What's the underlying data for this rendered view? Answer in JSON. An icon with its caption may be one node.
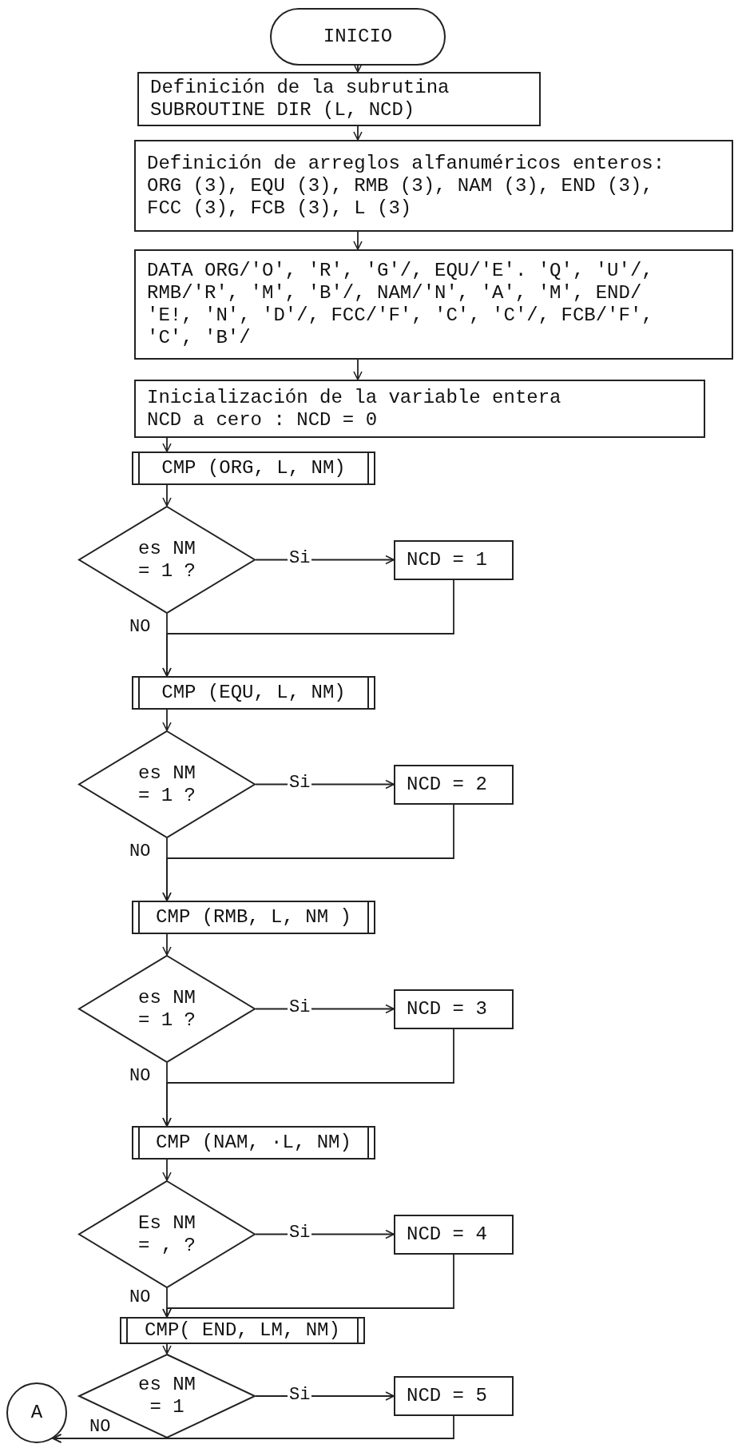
{
  "diagram": {
    "nodes": [
      {
        "text": [
          "INICIO"
        ]
      },
      {
        "text": [
          "Definición de la subrutina SUBROUTINE DIR (L, NCD)"
        ]
      },
      {
        "text": [
          "Definición de arreglos alfanuméricos enteros: ORG (3), EQU (3), RMB (3), NAM (3), END (3), FCC (3), FCB (3), L (3)"
        ]
      },
      {
        "text": [
          "DATA ORG/'O', 'R', 'G'/, EQU/'E'. 'Q', 'U'/, RMB/'R', 'M', 'B'/, NAM/'N', 'A', 'M', END/ 'E!, 'N', 'D'/, FCC/'F', 'C', 'C'/, FCB/'F', 'C', 'B'/"
        ]
      },
      {
        "text": [
          "Inicialización de la variable entera NCD a cero : NCD = 0"
        ]
      },
      {
        "text": [
          "CMP (ORG, L, NM)"
        ]
      },
      {
        "text": [
          "es NM = 1 ?"
        ]
      },
      {
        "text": [
          "NCD = 1"
        ]
      },
      {
        "text": [
          "CMP (EQU, L, NM)"
        ]
      },
      {
        "text": [
          "es NM = 1 ?"
        ]
      },
      {
        "text": [
          "NCD = 2"
        ]
      },
      {
        "text": [
          "CMP (RMB, L, NM )"
        ]
      },
      {
        "text": [
          "es NM = 1 ?"
        ]
      },
      {
        "text": [
          "NCD = 3"
        ]
      },
      {
        "text": [
          "CMP (NAM, ·L, NM)"
        ]
      },
      {
        "text": [
          "Es NM = , ?"
        ]
      },
      {
        "text": [
          "NCD = 4"
        ]
      },
      {
        "text": [
          "CMP( END, LM, NM)"
        ]
      },
      {
        "text": [
          "es NM = 1"
        ]
      },
      {
        "text": [
          "NCD = 5"
        ]
      },
      {
        "text": [
          "A"
        ]
      }
    ],
    "edges": [
      {
        "from": 0,
        "to": 1,
        "arrow": "to"
      },
      {
        "from": 1,
        "to": 2,
        "arrow": "to"
      },
      {
        "from": 2,
        "to": 3,
        "arrow": "to"
      },
      {
        "from": 3,
        "to": 4,
        "arrow": "to"
      },
      {
        "from": 4,
        "to": 5,
        "arrow": "to"
      },
      {
        "from": 5,
        "to": 6,
        "arrow": "to"
      },
      {
        "from": 6,
        "to": 7,
        "arrow": "to",
        "label": "Si"
      },
      {
        "from": 6,
        "to": 8,
        "arrow": "to",
        "label": "NO"
      },
      {
        "from": 7,
        "to": 8,
        "arrow": "to"
      },
      {
        "from": 8,
        "to": 9,
        "arrow": "to"
      },
      {
        "from": 9,
        "to": 10,
        "arrow": "to",
        "label": "Si"
      },
      {
        "from": 9,
        "to": 11,
        "arrow": "to",
        "label": "NO"
      },
      {
        "from": 10,
        "to": 11,
        "arrow": "to"
      },
      {
        "from": 11,
        "to": 12,
        "arrow": "to"
      },
      {
        "from": 12,
        "to": 13,
        "arrow": "to",
        "label": "Si"
      },
      {
        "from": 12,
        "to": 14,
        "arrow": "to",
        "label": "NO"
      },
      {
        "from": 13,
        "to": 14,
        "arrow": "to"
      },
      {
        "from": 14,
        "to": 15,
        "arrow": "to"
      },
      {
        "from": 15,
        "to": 16,
        "arrow": "to",
        "label": "Si"
      },
      {
        "from": 15,
        "to": 17,
        "arrow": "to",
        "label": "NO"
      },
      {
        "from": 16,
        "to": 17,
        "arrow": "to"
      },
      {
        "from": 17,
        "to": 18,
        "arrow": "to"
      },
      {
        "from": 18,
        "to": 19,
        "arrow": "to",
        "label": "Si"
      },
      {
        "from": 18,
        "to": 20,
        "arrow": "to",
        "label": "NO"
      },
      {
        "from": 19,
        "to": 20,
        "arrow": "to"
      }
    ]
  }
}
